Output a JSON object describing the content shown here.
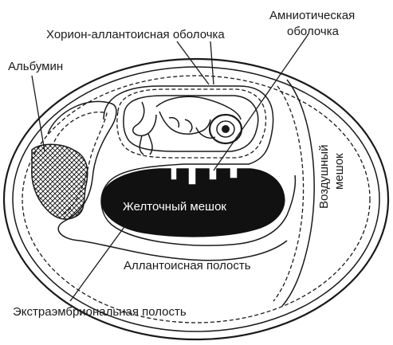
{
  "diagram": {
    "labels": {
      "chorion_allantoic": "Хорион-аллантоисная оболочка",
      "amniotic_line1": "Амниотическая",
      "amniotic_line2": "оболочка",
      "albumin": "Альбумин",
      "air_sac_line1": "Воздушный",
      "air_sac_line2": "мешок",
      "yolk_sac": "Желточный мешок",
      "allantoic_cavity": "Аллантоисная полость",
      "extraembryonic_cavity": "Экстраэмбриональная полость"
    }
  }
}
